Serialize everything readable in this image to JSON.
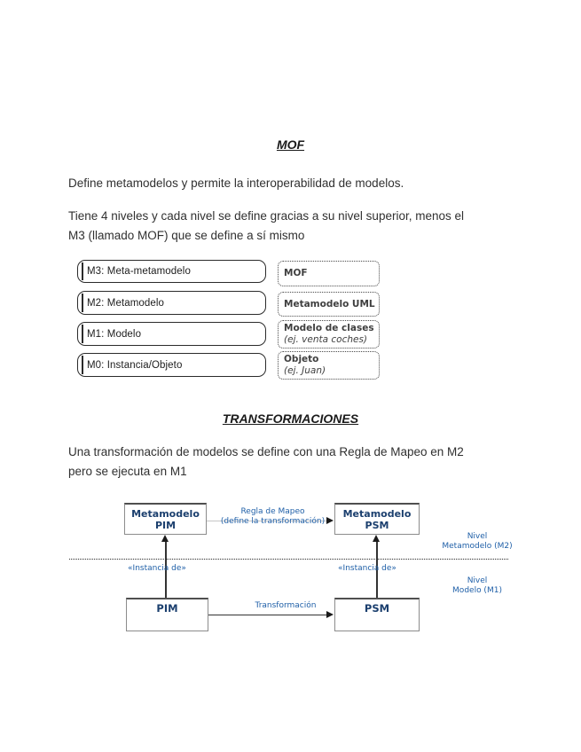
{
  "doc": {
    "title1": "MOF",
    "p1": "Define metamodelos y permite la interoperabilidad de modelos.",
    "p2_lines": [
      "Tiene 4 niveles y cada nivel se define gracias a su nivel superior, menos el",
      "M3 (llamado MOF) que se define a sí mismo"
    ],
    "title2": "TRANSFORMACIONES",
    "p3_lines": [
      "Una transformación de modelos se define con una Regla de Mapeo en M2",
      "pero se ejecuta en M1"
    ]
  },
  "levels": {
    "left": [
      {
        "label": "M3: Meta-metamodelo"
      },
      {
        "label": "M2: Metamodelo"
      },
      {
        "label": "M1: Modelo"
      },
      {
        "label": "M0: Instancia/Objeto"
      }
    ],
    "right": [
      {
        "title": "MOF"
      },
      {
        "title": "Metamodelo UML"
      },
      {
        "title": "Modelo de clases",
        "example": "(ej. venta coches)"
      },
      {
        "title": "Objeto",
        "example": "(ej. Juan)"
      }
    ]
  },
  "transform": {
    "metamodel_pim": {
      "line1": "Metamodelo",
      "line2": "PIM"
    },
    "metamodel_psm": {
      "line1": "Metamodelo",
      "line2": "PSM"
    },
    "pim": "PIM",
    "psm": "PSM",
    "mapping_rule": {
      "line1": "Regla de Mapeo",
      "line2": "(define la transformación)"
    },
    "transformation_label": "Transformación",
    "instance_left": "«Instancia de»",
    "instance_right": "«Instancia de»",
    "level_m2": {
      "line1": "Nivel",
      "line2": "Metamodelo (M2)"
    },
    "level_m1": {
      "line1": "Nivel",
      "line2": "Modelo (M1)"
    }
  },
  "colors": {
    "box_title_navy": "#1b3f6e",
    "label_blue": "#2060a8",
    "body_text": "#303030",
    "border_dark": "#2b2b2b",
    "border_gray": "#8c8c8c"
  }
}
